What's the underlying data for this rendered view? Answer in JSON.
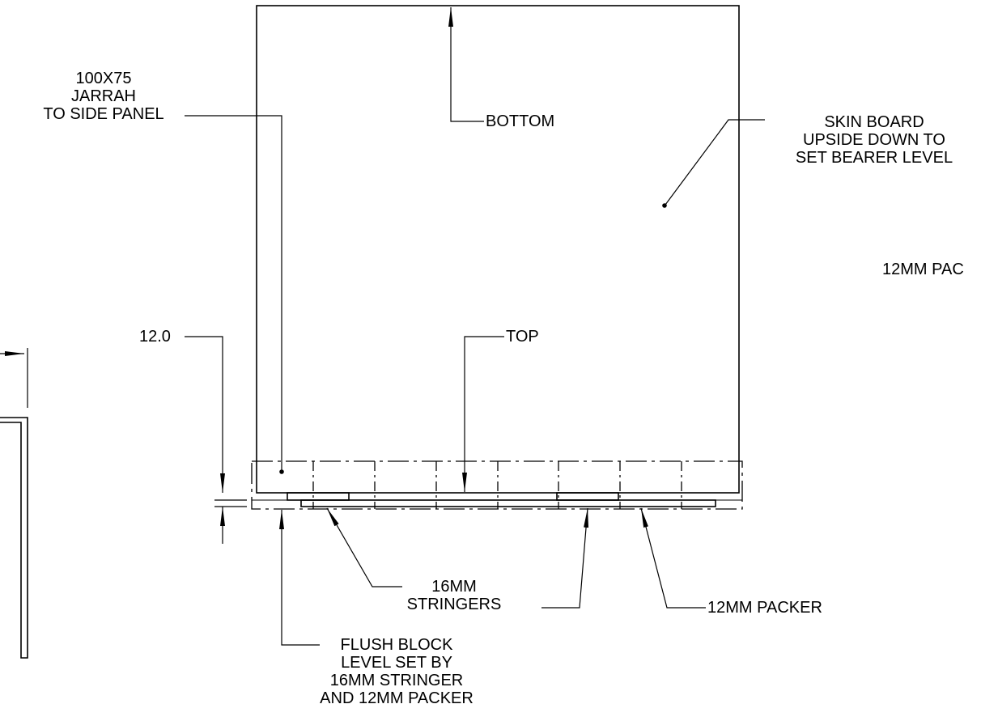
{
  "labels": {
    "jarrah": [
      "100X75",
      "JARRAH",
      "TO SIDE PANEL"
    ],
    "bottom": "BOTTOM",
    "skin_board": [
      "SKIN BOARD",
      "UPSIDE DOWN TO",
      "SET BEARER LEVEL"
    ],
    "packer_partial": "12MM PAC",
    "dim_value": "12.0",
    "top": "TOP",
    "stringers": [
      "16MM",
      "STRINGERS"
    ],
    "packer": "12MM PACKER",
    "flush_block": [
      "FLUSH BLOCK",
      "LEVEL SET BY",
      "16MM STRINGER",
      "AND 12MM PACKER"
    ]
  },
  "colors": {
    "ink": "#000000",
    "paper": "#ffffff"
  }
}
